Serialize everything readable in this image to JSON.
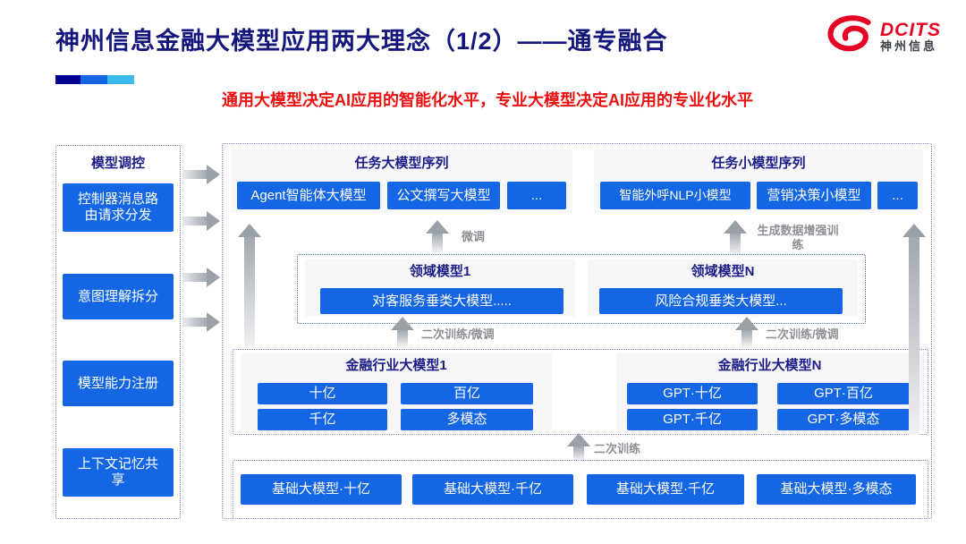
{
  "slide": {
    "title": "神州信息金融大模型应用两大理念（1/2）——通专融合",
    "subtitle": "通用大模型决定AI应用的智能化水平，专业大模型决定AI应用的专业化水平"
  },
  "logo": {
    "brand": "DCITS",
    "brand_cn": "神州信息"
  },
  "colors": {
    "accent_blue": "#1566E4",
    "navy_text": "#16177D",
    "subtitle_red": "#EC0F0F",
    "logo_red": "#E60023",
    "arrow_gray": "#9AA1A9",
    "colorbar": [
      "#000090",
      "#1566E4",
      "#3BB8EA"
    ]
  },
  "sidebar": {
    "title": "模型调控",
    "items": [
      "控制器消息路由请求分发",
      "意图理解拆分",
      "模型能力注册",
      "上下文记忆共享"
    ]
  },
  "task_large": {
    "title": "任务大模型序列",
    "items": [
      "Agent智能体大模型",
      "公文撰写大模型",
      "..."
    ]
  },
  "task_small": {
    "title": "任务小模型序列",
    "items": [
      "智能外呼NLP小模型",
      "营销决策小模型",
      "..."
    ]
  },
  "domain": {
    "group1": {
      "title": "领域模型1",
      "model": "对客服务垂类大模型....."
    },
    "groupN": {
      "title": "领域模型N",
      "model": "风险合规垂类大模型..."
    }
  },
  "industry": {
    "group1": {
      "title": "金融行业大模型1",
      "items": [
        "十亿",
        "百亿",
        "千亿",
        "多模态"
      ]
    },
    "groupN": {
      "title": "金融行业大模型N",
      "items": [
        "GPT·十亿",
        "GPT·百亿",
        "GPT·千亿",
        "GPT·多模态"
      ]
    }
  },
  "base_models": {
    "items": [
      "基础大模型·十亿",
      "基础大模型·千亿",
      "基础大模型·千亿",
      "基础大模型·多模态"
    ]
  },
  "arrow_labels": {
    "finetune": "微调",
    "gen_data_train": "生成数据增强训练",
    "retrain_finetune_left": "二次训练/微调",
    "retrain_finetune_right": "二次训练/微调",
    "retrain": "二次训练"
  }
}
